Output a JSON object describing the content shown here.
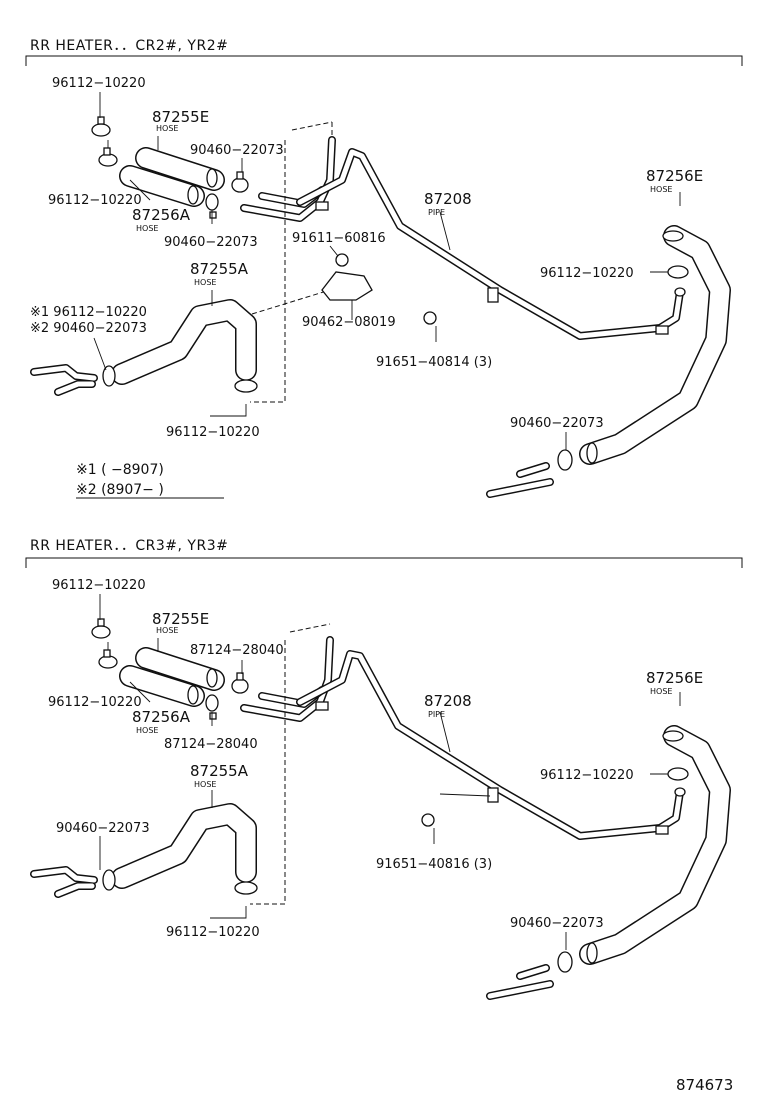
{
  "sections": [
    {
      "title": "RR HEATER．．CR2#, YR2#",
      "labels": {
        "clamp_top": "96112−10220",
        "hose_e": "87255E",
        "hose_e_sub": "HOSE",
        "clamp_b": "90460−22073",
        "clamp_mid": "96112−10220",
        "hose_a6": "87256A",
        "hose_a6_sub": "HOSE",
        "clamp_b2": "90460−22073",
        "bolt": "91611−60816",
        "hose_a5": "87255A",
        "hose_a5_sub": "HOSE",
        "note1": "※1 96112−10220",
        "note2": "※2 90460−22073",
        "bracket": "90462−08019",
        "clamp_bottom": "96112−10220",
        "pipe": "87208",
        "pipe_sub": "PIPE",
        "grommet": "91651−40814 (3)",
        "hose_6e": "87256E",
        "hose_6e_sub": "HOSE",
        "clamp_right": "96112−10220",
        "clamp_right2": "90460−22073"
      },
      "footnotes": [
        "※1 (        −8907)",
        "※2 (8907−        )"
      ]
    },
    {
      "title": "RR HEATER．．CR3#, YR3#",
      "labels": {
        "clamp_top": "96112−10220",
        "hose_e": "87255E",
        "hose_e_sub": "HOSE",
        "clamp_b": "87124−28040",
        "clamp_mid": "96112−10220",
        "hose_a6": "87256A",
        "hose_a6_sub": "HOSE",
        "clamp_b2": "87124−28040",
        "hose_a5": "87255A",
        "hose_a5_sub": "HOSE",
        "clamp_left": "90460−22073",
        "clamp_bottom": "96112−10220",
        "pipe": "87208",
        "pipe_sub": "PIPE",
        "grommet": "91651−40816 (3)",
        "hose_6e": "87256E",
        "hose_6e_sub": "HOSE",
        "clamp_right": "96112−10220",
        "clamp_right2": "90460−22073"
      }
    }
  ],
  "illustration_id": "874673",
  "icons": [
    "hose-clamp-icon",
    "grommet-icon",
    "bracket-icon"
  ]
}
